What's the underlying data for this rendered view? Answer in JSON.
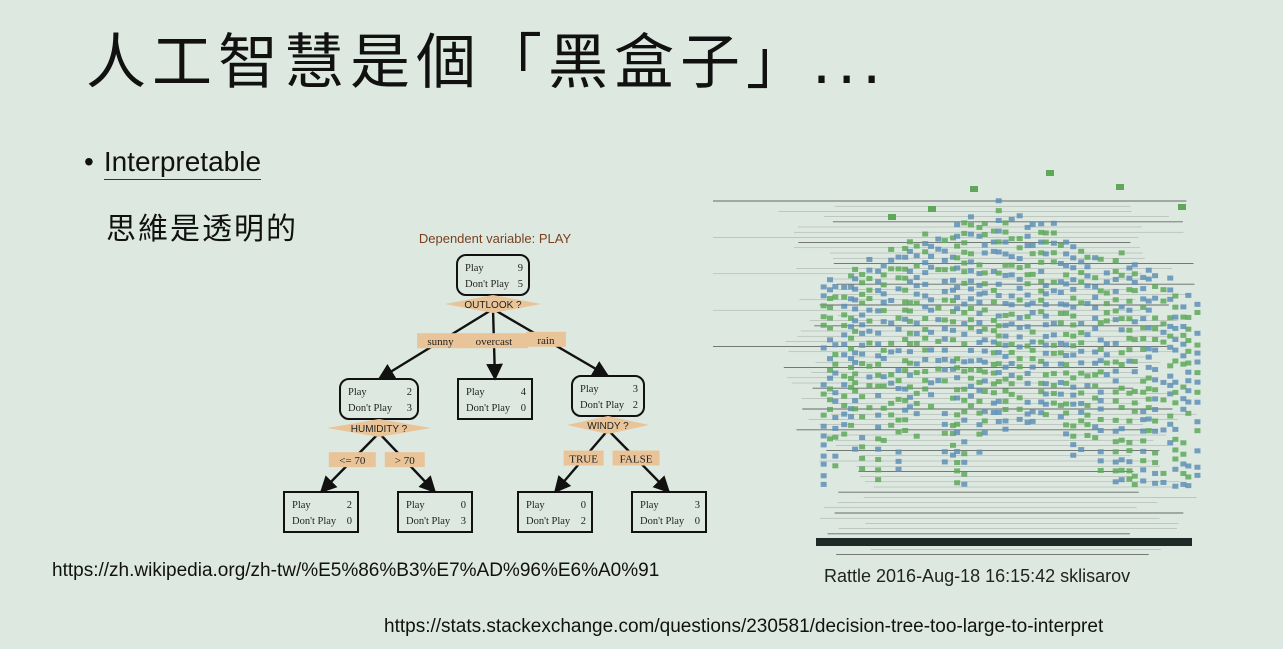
{
  "slide": {
    "title": "人工智慧是個「黑盒子」...",
    "bullet": "Interpretable",
    "sub": "思維是透明的",
    "source_wikipedia": "https://zh.wikipedia.org/zh-tw/%E5%86%B3%E7%AD%96%E6%A0%91",
    "source_stackexchange": "https://stats.stackexchange.com/questions/230581/decision-tree-too-large-to-interpret",
    "big_tree_caption": "Rattle 2016-Aug-18 16:15:42 sklisarov"
  },
  "tree": {
    "header": "Dependent variable: PLAY",
    "nodes": [
      {
        "id": "root",
        "play_label": "Play",
        "play": "9",
        "dont_label": "Don't Play",
        "dont": "5",
        "split": "OUTLOOK ?"
      },
      {
        "id": "sunny",
        "play_label": "Play",
        "play": "2",
        "dont_label": "Don't Play",
        "dont": "3",
        "split": "HUMIDITY ?"
      },
      {
        "id": "overcast",
        "play_label": "Play",
        "play": "4",
        "dont_label": "Don't Play",
        "dont": "0",
        "split": ""
      },
      {
        "id": "rain",
        "play_label": "Play",
        "play": "3",
        "dont_label": "Don't Play",
        "dont": "2",
        "split": "WINDY ?"
      },
      {
        "id": "le70",
        "play_label": "Play",
        "play": "2",
        "dont_label": "Don't Play",
        "dont": "0",
        "split": ""
      },
      {
        "id": "gt70",
        "play_label": "Play",
        "play": "0",
        "dont_label": "Don't Play",
        "dont": "3",
        "split": ""
      },
      {
        "id": "true",
        "play_label": "Play",
        "play": "0",
        "dont_label": "Don't Play",
        "dont": "2",
        "split": ""
      },
      {
        "id": "false",
        "play_label": "Play",
        "play": "3",
        "dont_label": "Don't Play",
        "dont": "0",
        "split": ""
      }
    ],
    "edges": [
      {
        "from": "root",
        "to": "sunny",
        "label": "sunny"
      },
      {
        "from": "root",
        "to": "overcast",
        "label": "overcast"
      },
      {
        "from": "root",
        "to": "rain",
        "label": "rain"
      },
      {
        "from": "sunny",
        "to": "le70",
        "label": "<= 70"
      },
      {
        "from": "sunny",
        "to": "gt70",
        "label": "> 70"
      },
      {
        "from": "rain",
        "to": "true",
        "label": "TRUE"
      },
      {
        "from": "rain",
        "to": "false",
        "label": "FALSE"
      }
    ],
    "colors": {
      "split_fill": "#e9c499",
      "label_fill": "#e9c499",
      "edge": "#111111",
      "header": "#7a3f1e"
    }
  },
  "colors": {
    "background": "#dde9e0",
    "node_green": "#5fa85a",
    "node_blue": "#5f8fb5"
  }
}
